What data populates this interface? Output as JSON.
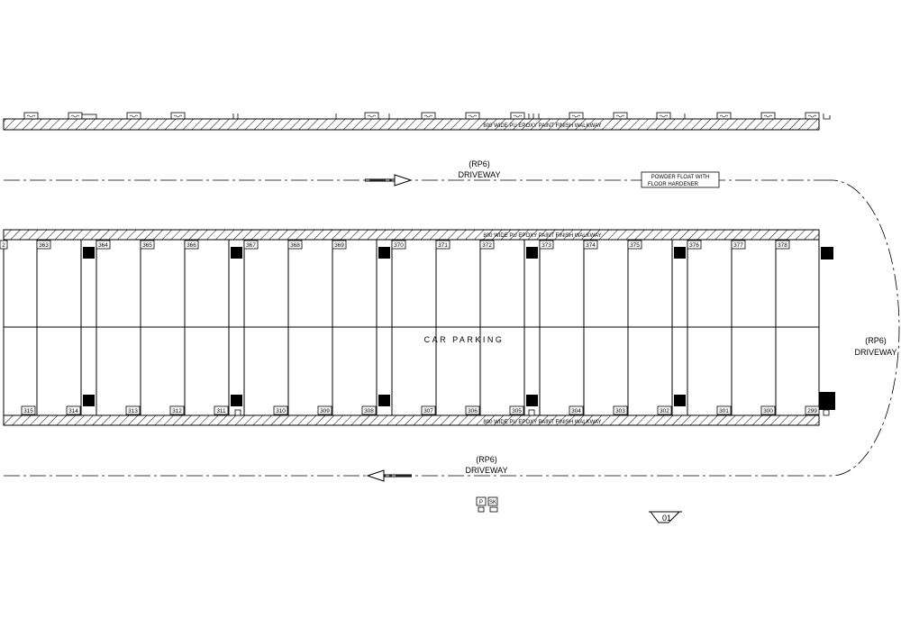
{
  "walkway_label": "800 WIDE PU EPOXY PAINT FINISH WALKWAY",
  "note": {
    "line1": "POWDER FLOAT WITH",
    "line2": "FLOOR HARDENER"
  },
  "driveways": {
    "top": {
      "tag": "(RP6)",
      "name": "DRIVEWAY"
    },
    "right": {
      "tag": "(RP6)",
      "name": "DRIVEWAY"
    },
    "bottom": {
      "tag": "(RP6)",
      "name": "DRIVEWAY"
    }
  },
  "parking_label": "CAR PARKING",
  "section_marker": "01",
  "top_row_stalls": [
    "2",
    "363",
    "364",
    "365",
    "366",
    "367",
    "368",
    "369",
    "370",
    "371",
    "372",
    "373",
    "374",
    "375",
    "376",
    "377",
    "378"
  ],
  "bottom_row_stalls": [
    "315",
    "314",
    "313",
    "312",
    "311",
    "310",
    "309",
    "308",
    "307",
    "306",
    "305",
    "304",
    "303",
    "302",
    "301",
    "300",
    "299"
  ],
  "legend_tags": [
    "P",
    "SK"
  ],
  "top_symbol_count": 16
}
